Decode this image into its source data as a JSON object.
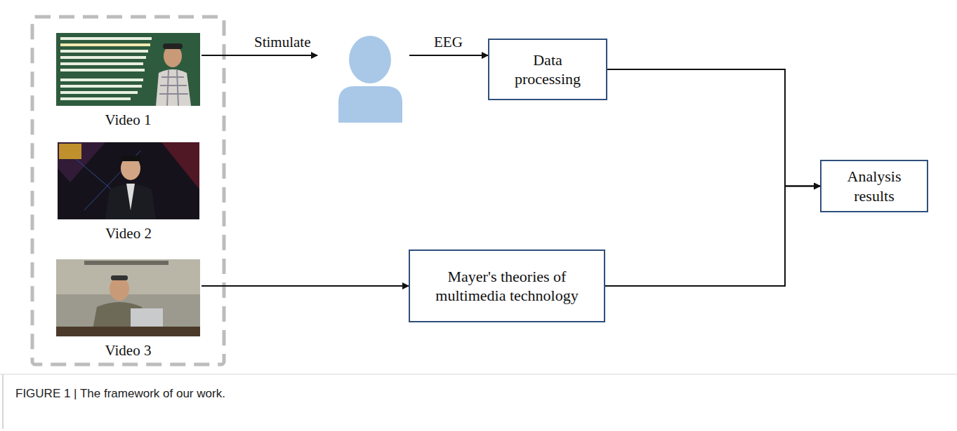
{
  "diagram": {
    "caption": "FIGURE 1 | The framework of our work.",
    "nodes": [
      {
        "text": [
          "Video 1"
        ]
      },
      {
        "text": [
          "Video 2"
        ]
      },
      {
        "text": [
          "Video 3"
        ]
      },
      {
        "text": [
          "Data processing"
        ]
      },
      {
        "text": [
          "Mayer's theories of multimedia technology"
        ]
      },
      {
        "text": [
          "Analysis results"
        ]
      }
    ],
    "edges": [
      {
        "from": 0,
        "to": 3,
        "arrow": "to",
        "label": "Stimulate"
      },
      {
        "from": 2,
        "to": 4,
        "arrow": "to"
      },
      {
        "from": 3,
        "to": 5,
        "arrow": "to"
      },
      {
        "from": 4,
        "to": 5,
        "arrow": "to"
      }
    ],
    "labels": [
      "EEG"
    ]
  }
}
